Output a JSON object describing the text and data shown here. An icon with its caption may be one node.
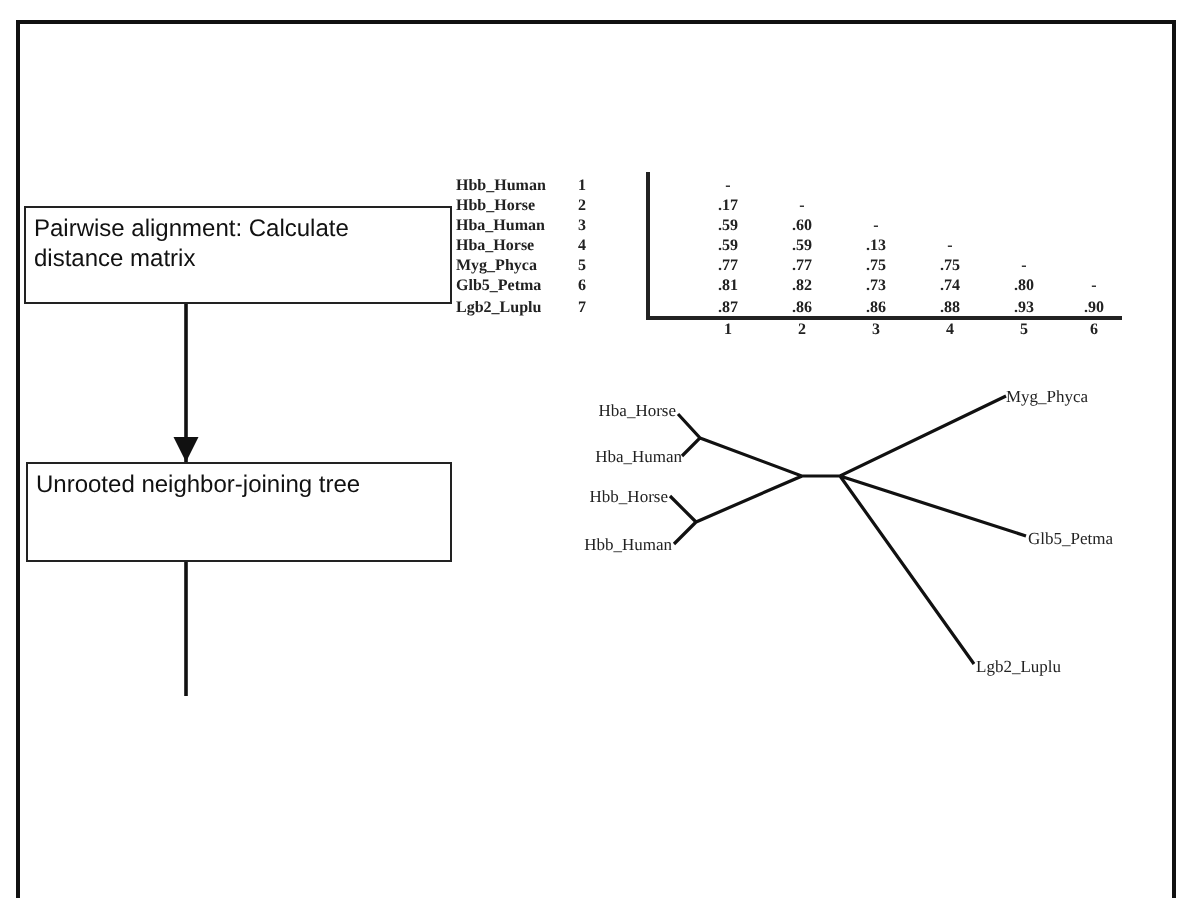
{
  "diagram": {
    "nodes": [
      {
        "text": [
          "Pairwise alignment: Calculate distance matrix"
        ]
      },
      {
        "text": [
          "Unrooted neighbor-joining tree"
        ]
      }
    ],
    "edges": [
      {
        "from": 0,
        "to": 1,
        "arrow": "to"
      },
      {
        "from": 1,
        "to": null,
        "arrow": "none"
      }
    ],
    "labels": [
      "Hbb_Human",
      "1",
      "-",
      "Hbb_Horse",
      "2",
      ".17",
      "-",
      "Hba_Human",
      "3",
      ".59",
      ".60",
      "-",
      "Hba_Horse",
      "4",
      ".59",
      ".59",
      ".13",
      "-",
      "Myg_Phyca",
      "5",
      ".77",
      ".77",
      ".75",
      ".75",
      "-",
      "Glb5_Petma",
      "6",
      ".81",
      ".82",
      ".73",
      ".74",
      ".80",
      "-",
      "Lgb2_Luplu",
      "7",
      ".87",
      ".86",
      ".86",
      ".88",
      ".93",
      ".90",
      "1",
      "2",
      "3",
      "4",
      "5",
      "6",
      "Hba_Horse",
      "Hba_Human",
      "Hbb_Horse",
      "Hbb_Human",
      "Myg_Phyca",
      "Glb5_Petma",
      "Lgb2_Luplu"
    ]
  }
}
